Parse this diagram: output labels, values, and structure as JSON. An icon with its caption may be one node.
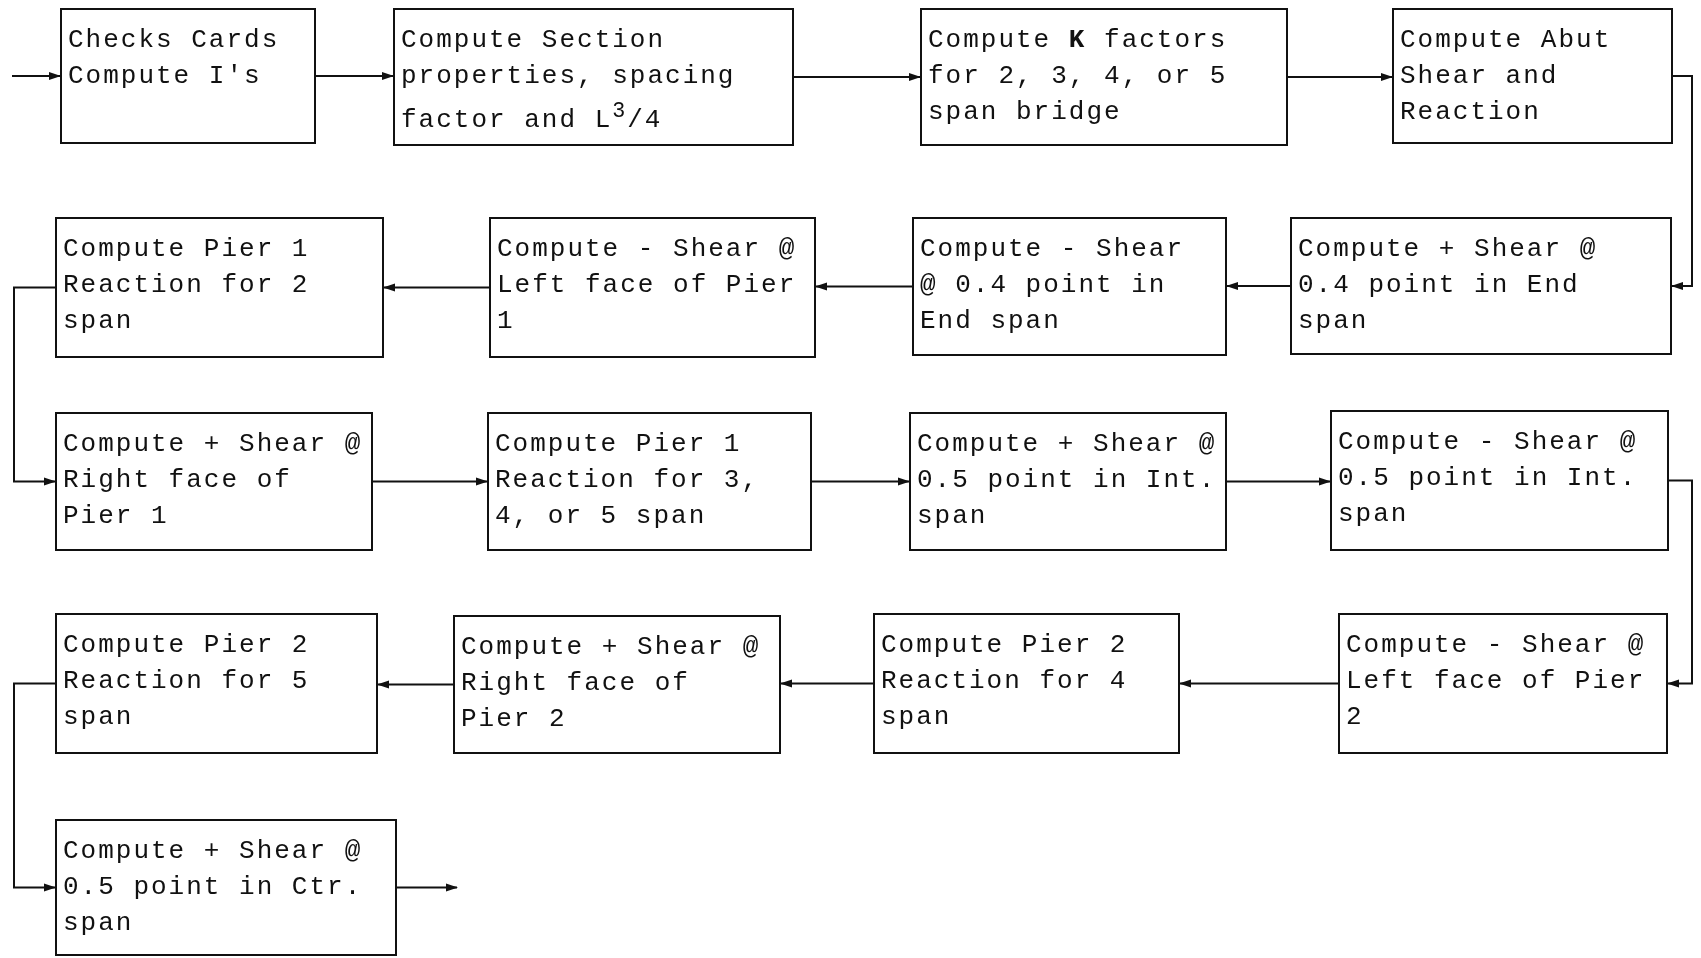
{
  "diagram": {
    "nodes": [
      {
        "text": [
          "Checks Cards Compute I's"
        ]
      },
      {
        "text": [
          "Compute Section properties, spacing factor and L$^{3}$/4"
        ]
      },
      {
        "text": [
          "Compute **K** factors for 2, 3, 4, or 5 span bridge"
        ]
      },
      {
        "text": [
          "Compute Abut Shear and Reaction"
        ]
      },
      {
        "text": [
          "Compute + Shear @ 0.4 point in End span"
        ]
      },
      {
        "text": [
          "Compute - Shear @ 0.4 point in End span"
        ]
      },
      {
        "text": [
          "Compute - Shear @ Left face of Pier 1"
        ]
      },
      {
        "text": [
          "Compute Pier 1 Reaction for 2 span"
        ]
      },
      {
        "text": [
          "Compute + Shear @ Right face of Pier 1"
        ]
      },
      {
        "text": [
          "Compute Pier 1 Reaction for 3, 4, or 5 span"
        ]
      },
      {
        "text": [
          "Compute + Shear @ 0.5 point in Int. span"
        ]
      },
      {
        "text": [
          "Compute - Shear @ 0.5 point in Int. span"
        ]
      },
      {
        "text": [
          "Compute - Shear @ Left face of Pier 2"
        ]
      },
      {
        "text": [
          "Compute Pier 2 Reaction for 4 span"
        ]
      },
      {
        "text": [
          "Compute + Shear @ Right face of Pier 2"
        ]
      },
      {
        "text": [
          "Compute Pier 2 Reaction for 5 span"
        ]
      },
      {
        "text": [
          "Compute + Shear @ 0.5 point in Ctr. span"
        ]
      }
    ],
    "edges": [
      {
        "from": null,
        "to": 0,
        "arrow": "to"
      },
      {
        "from": 0,
        "to": 1,
        "arrow": "to"
      },
      {
        "from": 1,
        "to": 2,
        "arrow": "to"
      },
      {
        "from": 2,
        "to": 3,
        "arrow": "to"
      },
      {
        "from": 3,
        "to": 4,
        "arrow": "to"
      },
      {
        "from": 4,
        "to": 5,
        "arrow": "to"
      },
      {
        "from": 5,
        "to": 6,
        "arrow": "to"
      },
      {
        "from": 6,
        "to": 7,
        "arrow": "to"
      },
      {
        "from": 7,
        "to": 8,
        "arrow": "to"
      },
      {
        "from": 8,
        "to": 9,
        "arrow": "to"
      },
      {
        "from": 9,
        "to": 10,
        "arrow": "to"
      },
      {
        "from": 10,
        "to": 11,
        "arrow": "to"
      },
      {
        "from": 11,
        "to": 12,
        "arrow": "to"
      },
      {
        "from": 12,
        "to": 13,
        "arrow": "to"
      },
      {
        "from": 13,
        "to": 14,
        "arrow": "to"
      },
      {
        "from": 14,
        "to": 15,
        "arrow": "to"
      },
      {
        "from": 15,
        "to": 16,
        "arrow": "to"
      },
      {
        "from": 16,
        "to": null,
        "arrow": "to"
      }
    ]
  }
}
